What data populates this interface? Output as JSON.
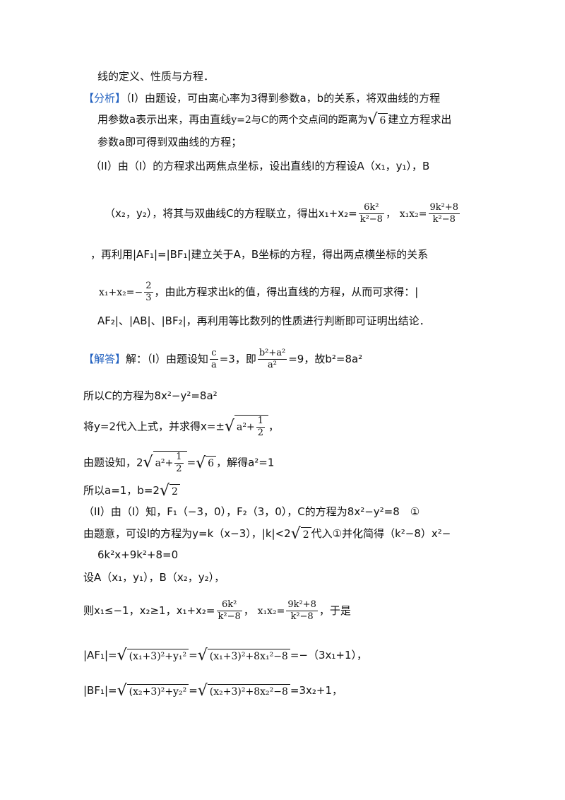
{
  "l01": "线的定义、性质与方程．",
  "l02_tag": "【分析】",
  "l02": "（I）由题设，可由离心率为3得到参数a，b的关系，将双曲线的方程",
  "l03a": "用参数a表示出来，再由直线",
  "l03b": "y=2与C的两个交点间的距离为",
  "l03c": "6",
  "l03d": "建立方程求出",
  "l04": "参数a即可得到双曲线的方程；",
  "l05": "（II）由（I）的方程求出两焦点坐标，设出直线l的方程设A（x₁，y₁），B",
  "l06a": "（x₂，y₂），将其与双曲线C的方程联立，得出x₁+x₂=",
  "l06_f1n": "6k²",
  "l06_f1d": "k²−8",
  "l06b": "，",
  "l06c": "x₁x₂=",
  "l06_f2n": "9k²+8",
  "l06_f2d": "k²−8",
  "l07": "，再利用|AF₁|=|BF₁|建立关于A，B坐标的方程，得出两点横坐标的关系",
  "l08a": "x₁+x₂=−",
  "l08_fn": "2",
  "l08_fd": "3",
  "l08b": "，由此方程求出k的值，得出直线的方程，从而可求得：|",
  "l09": "AF₂|、|AB|、|BF₂|，再利用等比数列的性质进行判断即可证明出结论．",
  "l10_tag": "【解答】",
  "l10a": "解：（I）由题设知",
  "l10_f1n": "c",
  "l10_f1d": "a",
  "l10b": "=3，即",
  "l10_f2n": "b²+a²",
  "l10_f2d": "a²",
  "l10c": "=9，故b²=8a²",
  "l11": "所以C的方程为8x²−y²=8a²",
  "l12a": "将y=2代入上式，并求得x=±",
  "l12_rad": "a²+",
  "l12_fn": "1",
  "l12_fd": "2",
  "l12b": "，",
  "l13a": "由题设知，2",
  "l13_rad": "a²+",
  "l13_fn": "1",
  "l13_fd": "2",
  "l13b": "=",
  "l13_rad2": "6",
  "l13c": "，解得a²=1",
  "l14a": "所以a=1，b=2",
  "l14_rad": "2",
  "l15": "（II）由（I）知，F₁（−3，0），F₂（3，0），C的方程为8x²−y²=8　①",
  "l16a": "由题意，可设l的方程为y=k（x−3），|k|<2",
  "l16_rad": "2",
  "l16b": "代入①并化简得（k²−8）x²−",
  "l17": "6k²x+9k²+8=0",
  "l18": "设A（x₁，y₁），B（x₂，y₂），",
  "l19a": "则x₁≤−1，x₂≥1，x₁+x₂=",
  "l19_f1n": "6k²",
  "l19_f1d": "k²−8",
  "l19b": "，",
  "l19c": "x₁x₂=",
  "l19_f2n": "9k²+8",
  "l19_f2d": "k²−8",
  "l19d": "，于是",
  "l20a": "|AF₁|=",
  "l20_r1": "(x₁+3)²+y₁²",
  "l20b": "=",
  "l20_r2": "(x₁+3)²+8x₁²−8",
  "l20c": "=−（3x₁+1），",
  "l21a": "|BF₁|=",
  "l21_r1": "(x₂+3)²+y₂²",
  "l21b": "=",
  "l21_r2": "(x₂+3)²+8x₂²−8",
  "l21c": "=3x₂+1，"
}
